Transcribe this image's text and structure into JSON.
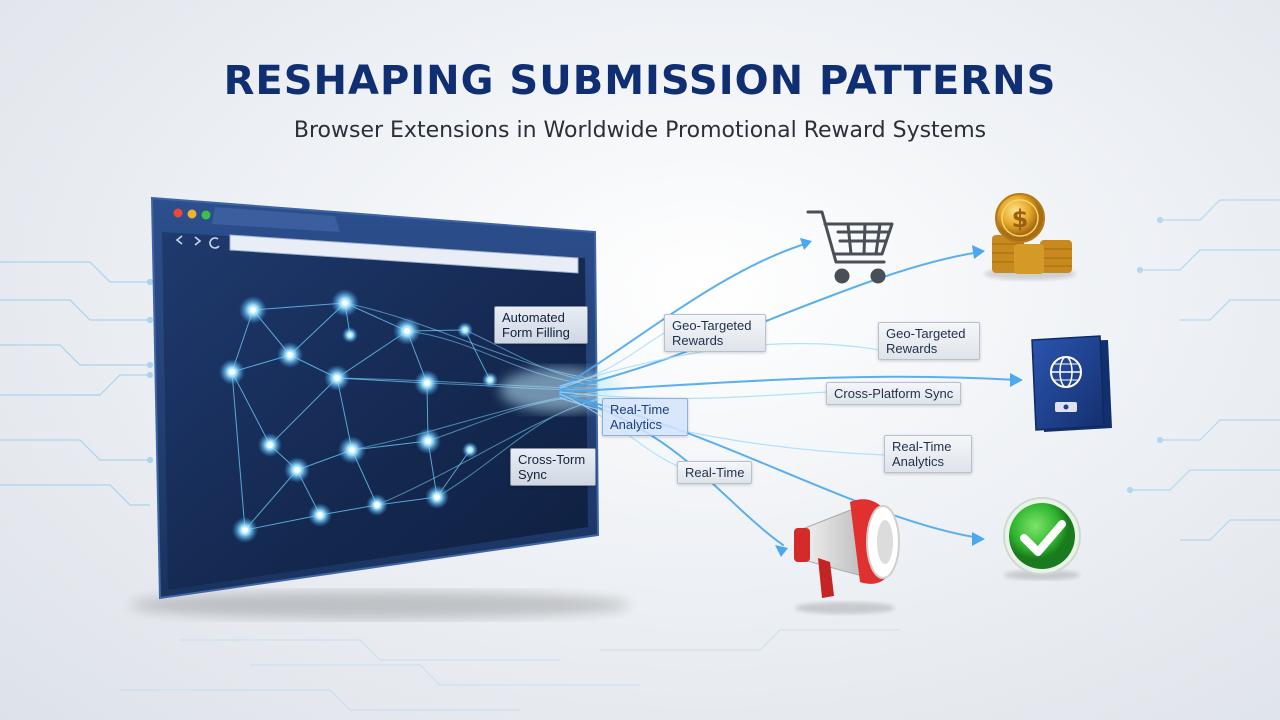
{
  "header": {
    "title": "RESHAPING SUBMISSION PATTERNS",
    "subtitle": "Browser Extensions in Worldwide Promotional Reward Systems"
  },
  "labels": {
    "automated_form_filling": "Automated Form Filling",
    "cross_form_sync": "Cross-Torm Sync",
    "geo_targeted_left": "Geo-Targeted Rewards",
    "real_time_analytics_left": "Real-Time Analytics",
    "real_time": "Real-Time",
    "geo_targeted_right": "Geo-Targeted Rewards",
    "cross_platform_sync": "Cross-Platform Sync",
    "real_time_analytics_right": "Real-Time Analytics"
  },
  "icons": [
    "shopping-cart-icon",
    "coins-icon",
    "passport-icon",
    "megaphone-icon",
    "checkmark-icon"
  ],
  "colors": {
    "title": "#0f2f72",
    "browser_frame": "#1e3a70",
    "glow": "#5ec8ff",
    "megaphone": "#d42a2a",
    "check": "#2fb52f",
    "coin": "#e0a82a",
    "passport": "#1f3f8c"
  }
}
